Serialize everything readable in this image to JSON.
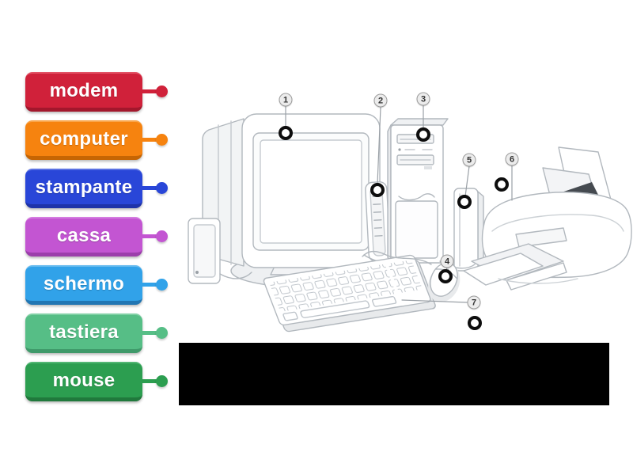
{
  "labels": [
    {
      "text": "modem",
      "color": "#d0213a",
      "color_dark": "#a3172c",
      "color_light": "#e25164"
    },
    {
      "text": "computer",
      "color": "#f6830f",
      "color_dark": "#c66503",
      "color_light": "#f9a54a"
    },
    {
      "text": "stampante",
      "color": "#2946d8",
      "color_dark": "#1e33a9",
      "color_light": "#5a71e4"
    },
    {
      "text": "cassa",
      "color": "#c355d2",
      "color_dark": "#9c3eab",
      "color_light": "#d47ce0"
    },
    {
      "text": "schermo",
      "color": "#31a2e9",
      "color_dark": "#2176b3",
      "color_light": "#66bbef"
    },
    {
      "text": "tastiera",
      "color": "#56be86",
      "color_dark": "#3f9a6a",
      "color_light": "#7fd0a4"
    },
    {
      "text": "mouse",
      "color": "#2c9e50",
      "color_dark": "#20793c",
      "color_light": "#52b673"
    }
  ],
  "markers": [
    {
      "number": "1"
    },
    {
      "number": "2"
    },
    {
      "number": "3"
    },
    {
      "number": "4"
    },
    {
      "number": "5"
    },
    {
      "number": "6"
    },
    {
      "number": "7"
    }
  ],
  "marker_style": {
    "badge_bg": "#ececec",
    "badge_border": "#9b9b9b",
    "badge_text": "#333333",
    "ring_color": "#0d0d0d"
  },
  "censor_color": "#000000"
}
